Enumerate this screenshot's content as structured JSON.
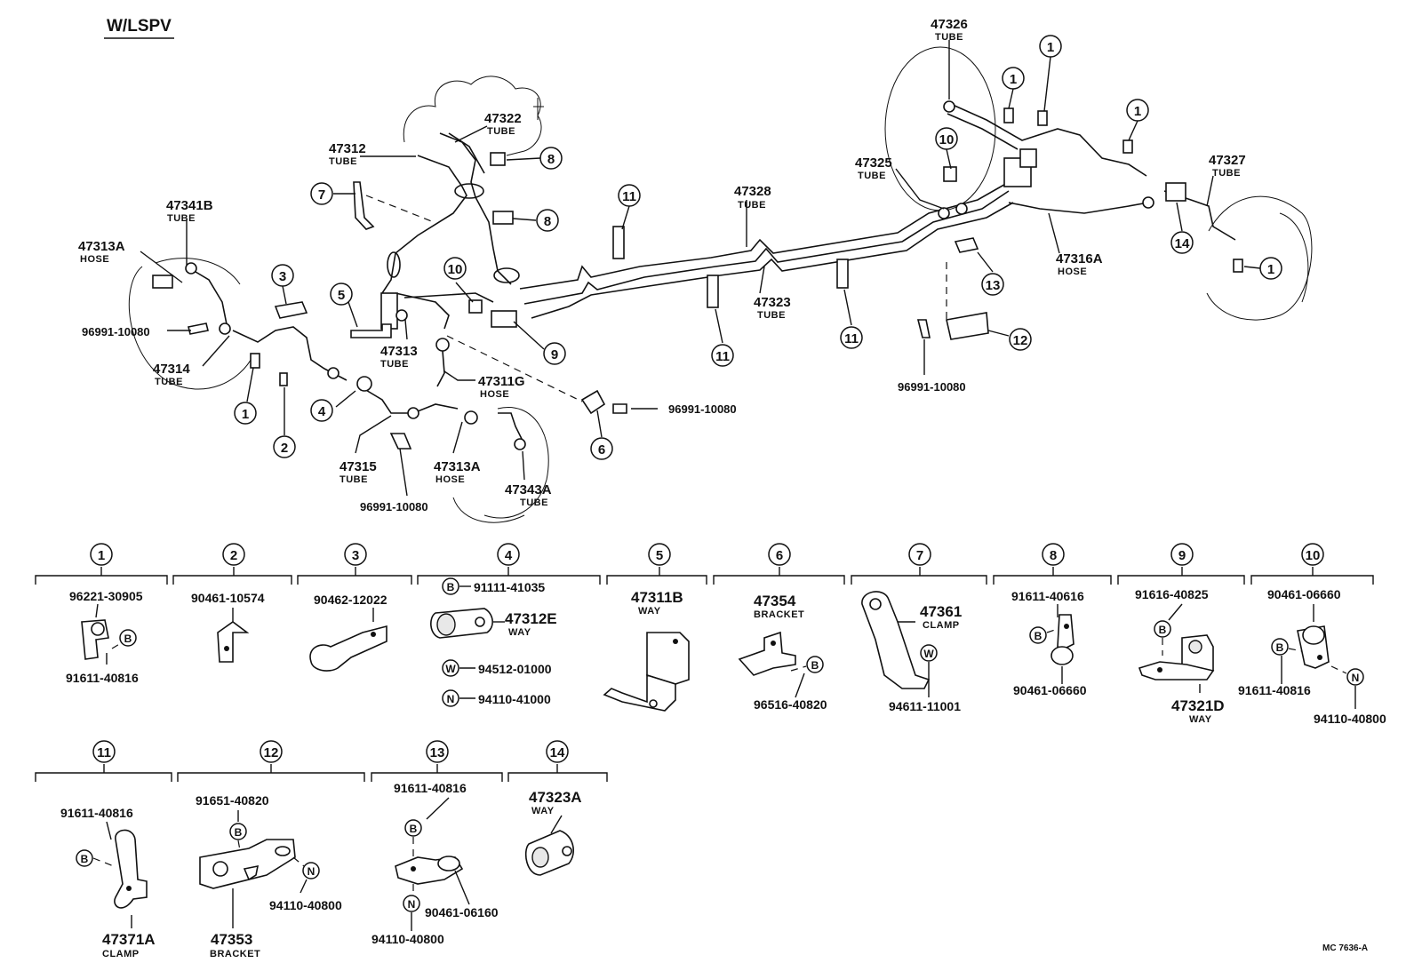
{
  "title": "W/LSPV",
  "drawing_code": "MC 7636-A",
  "main_labels": [
    {
      "id": "l47326",
      "pn": "47326",
      "sub": "TUBE"
    },
    {
      "id": "l47322",
      "pn": "47322",
      "sub": "TUBE"
    },
    {
      "id": "l47312",
      "pn": "47312",
      "sub": "TUBE"
    },
    {
      "id": "l47341B",
      "pn": "47341B",
      "sub": "TUBE"
    },
    {
      "id": "l47313A_l",
      "pn": "47313A",
      "sub": "HOSE"
    },
    {
      "id": "l47314",
      "pn": "47314",
      "sub": "TUBE"
    },
    {
      "id": "l47313",
      "pn": "47313",
      "sub": "TUBE"
    },
    {
      "id": "l47311G",
      "pn": "47311G",
      "sub": "HOSE"
    },
    {
      "id": "l47315",
      "pn": "47315",
      "sub": "TUBE"
    },
    {
      "id": "l47313A_b",
      "pn": "47313A",
      "sub": "HOSE"
    },
    {
      "id": "l47343A",
      "pn": "47343A",
      "sub": "TUBE"
    },
    {
      "id": "l47328",
      "pn": "47328",
      "sub": "TUBE"
    },
    {
      "id": "l47323",
      "pn": "47323",
      "sub": "TUBE"
    },
    {
      "id": "l47325",
      "pn": "47325",
      "sub": "TUBE"
    },
    {
      "id": "l47316A",
      "pn": "47316A",
      "sub": "HOSE"
    },
    {
      "id": "l47327",
      "pn": "47327",
      "sub": "TUBE"
    }
  ],
  "main_numbers": {
    "n96991_a": "96991-10080",
    "n96991_b": "96991-10080",
    "n96991_c": "96991-10080",
    "n96991_d": "96991-10080"
  },
  "callouts": [
    "1",
    "2",
    "3",
    "4",
    "5",
    "6",
    "7",
    "8",
    "9",
    "10",
    "11",
    "12",
    "13",
    "14"
  ],
  "letters": {
    "b": "B",
    "w": "W",
    "n": "N"
  },
  "detail_parts": {
    "d1_a": "96221-30905",
    "d1_b": "91611-40816",
    "d2_a": "90461-10574",
    "d3_a": "90462-12022",
    "d4_a": "91111-41035",
    "d4_b": "47312E",
    "d4_b_sub": "WAY",
    "d4_c": "94512-01000",
    "d4_d": "94110-41000",
    "d5_a": "47311B",
    "d5_a_sub": "WAY",
    "d6_a": "47354",
    "d6_a_sub": "BRACKET",
    "d6_b": "96516-40820",
    "d7_a": "47361",
    "d7_a_sub": "CLAMP",
    "d7_b": "94611-11001",
    "d8_a": "91611-40616",
    "d8_b": "90461-06660",
    "d9_a": "91616-40825",
    "d9_b": "47321D",
    "d9_b_sub": "WAY",
    "d10_a": "90461-06660",
    "d10_b": "91611-40816",
    "d10_c": "94110-40800",
    "d11_a": "91611-40816",
    "d11_b": "47371A",
    "d11_b_sub": "CLAMP",
    "d12_a": "91651-40820",
    "d12_b": "94110-40800",
    "d12_c": "47353",
    "d12_c_sub": "BRACKET",
    "d13_a": "91611-40816",
    "d13_b": "90461-06160",
    "d13_c": "94110-40800",
    "d14_a": "47323A",
    "d14_a_sub": "WAY"
  }
}
